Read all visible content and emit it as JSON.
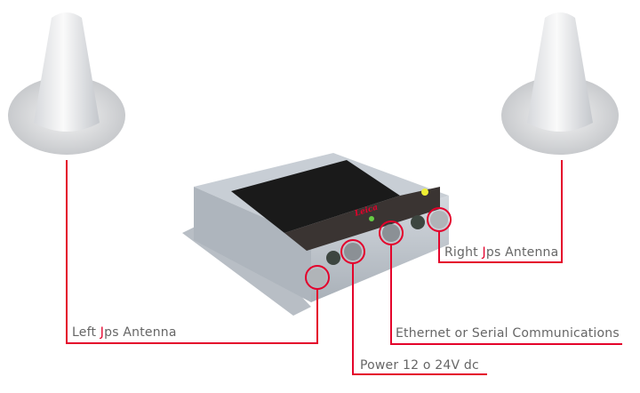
{
  "accent_color": "#e4002b",
  "labels": {
    "left_antenna": {
      "pre": "Left ",
      "j": "J",
      "post": "ps Antenna"
    },
    "right_antenna": {
      "pre": "Right ",
      "j": "J",
      "post": "ps Antenna"
    },
    "ethernet": "Ethernet or Serial Communications",
    "power": "Power 12 o 24V dc"
  },
  "device_brand": "Leica"
}
